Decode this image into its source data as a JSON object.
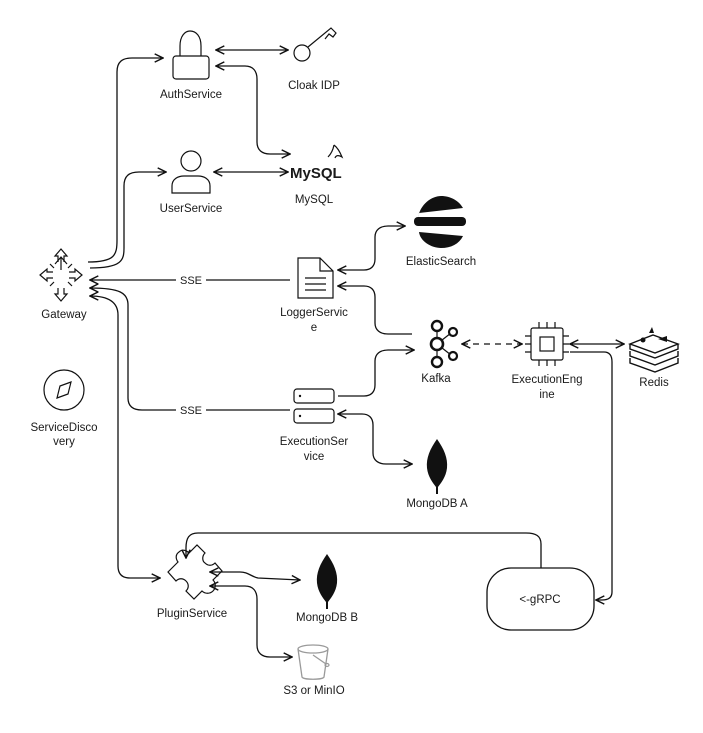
{
  "nodes": {
    "auth": {
      "label": "AuthService"
    },
    "cloak": {
      "label": "Cloak IDP"
    },
    "user": {
      "label": "UserService"
    },
    "mysql": {
      "label": "MySQL",
      "logo_text": "MySQL"
    },
    "elastic": {
      "label": "ElasticSearch"
    },
    "gateway": {
      "label": "Gateway"
    },
    "logger": {
      "label_line1": "LoggerServic",
      "label_line2": "e"
    },
    "discovery": {
      "label_line1": "ServiceDisco",
      "label_line2": "very"
    },
    "kafka": {
      "label": "Kafka"
    },
    "engine": {
      "label_line1": "ExecutionEng",
      "label_line2": "ine"
    },
    "redis": {
      "label": "Redis"
    },
    "execution": {
      "label_line1": "ExecutionSer",
      "label_line2": "vice"
    },
    "mongoA": {
      "label": "MongoDB A"
    },
    "plugin": {
      "label": "PluginService"
    },
    "mongoB": {
      "label": "MongoDB B"
    },
    "s3": {
      "label": "S3 or MinIO"
    },
    "grpc": {
      "label": "<-gRPC"
    }
  },
  "edges": {
    "sse_logger": "SSE",
    "sse_execution": "SSE"
  }
}
